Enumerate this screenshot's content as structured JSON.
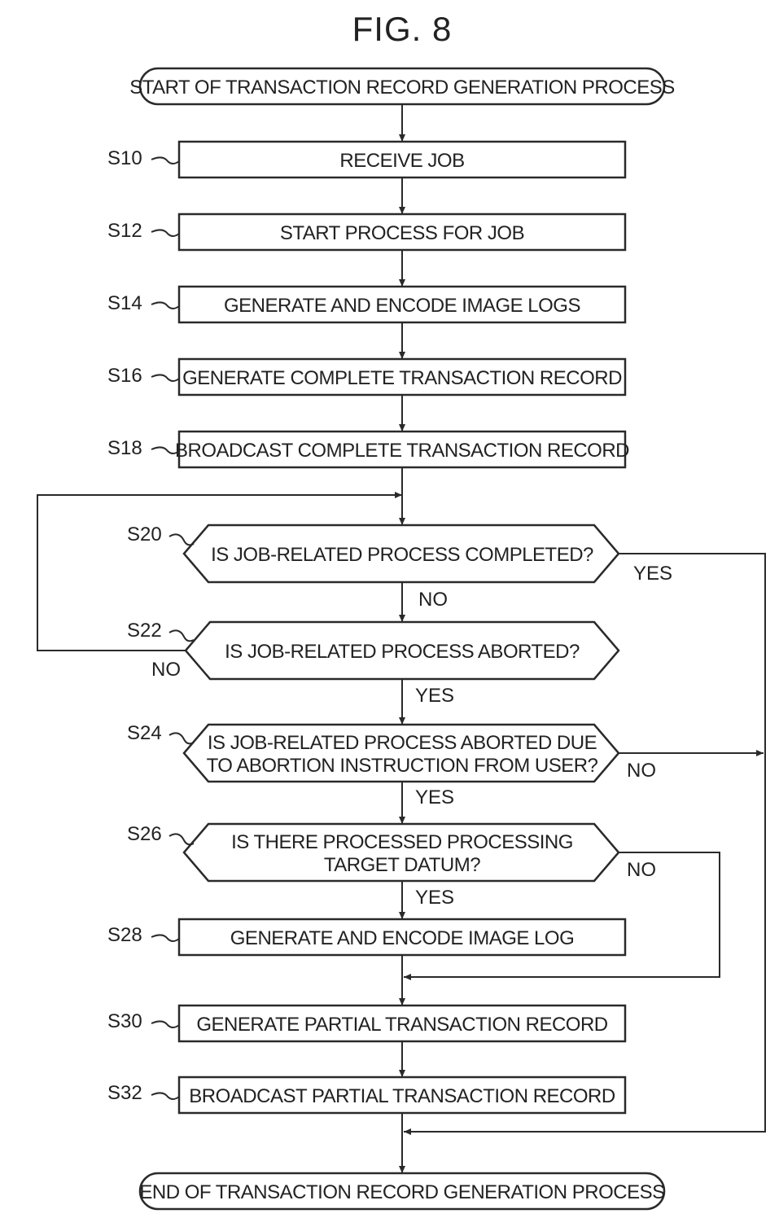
{
  "figure_title": "FIG. 8",
  "start": "START OF TRANSACTION RECORD GENERATION PROCESS",
  "end": "END OF TRANSACTION RECORD GENERATION PROCESS",
  "steps": {
    "s10": {
      "id": "S10",
      "text": "RECEIVE JOB"
    },
    "s12": {
      "id": "S12",
      "text": "START PROCESS FOR JOB"
    },
    "s14": {
      "id": "S14",
      "text": "GENERATE AND ENCODE IMAGE LOGS"
    },
    "s16": {
      "id": "S16",
      "text": "GENERATE COMPLETE TRANSACTION RECORD"
    },
    "s18": {
      "id": "S18",
      "text": "BROADCAST COMPLETE TRANSACTION RECORD"
    },
    "s20": {
      "id": "S20",
      "text": "IS JOB-RELATED PROCESS COMPLETED?"
    },
    "s22": {
      "id": "S22",
      "text": "IS JOB-RELATED PROCESS ABORTED?"
    },
    "s24": {
      "id": "S24",
      "line1": "IS JOB-RELATED PROCESS ABORTED DUE",
      "line2": "TO ABORTION INSTRUCTION FROM USER?"
    },
    "s26": {
      "id": "S26",
      "line1": "IS THERE PROCESSED PROCESSING",
      "line2": "TARGET DATUM?"
    },
    "s28": {
      "id": "S28",
      "text": "GENERATE AND ENCODE IMAGE LOG"
    },
    "s30": {
      "id": "S30",
      "text": "GENERATE PARTIAL TRANSACTION RECORD"
    },
    "s32": {
      "id": "S32",
      "text": "BROADCAST PARTIAL TRANSACTION RECORD"
    }
  },
  "branches": {
    "yes": "YES",
    "no": "NO"
  }
}
